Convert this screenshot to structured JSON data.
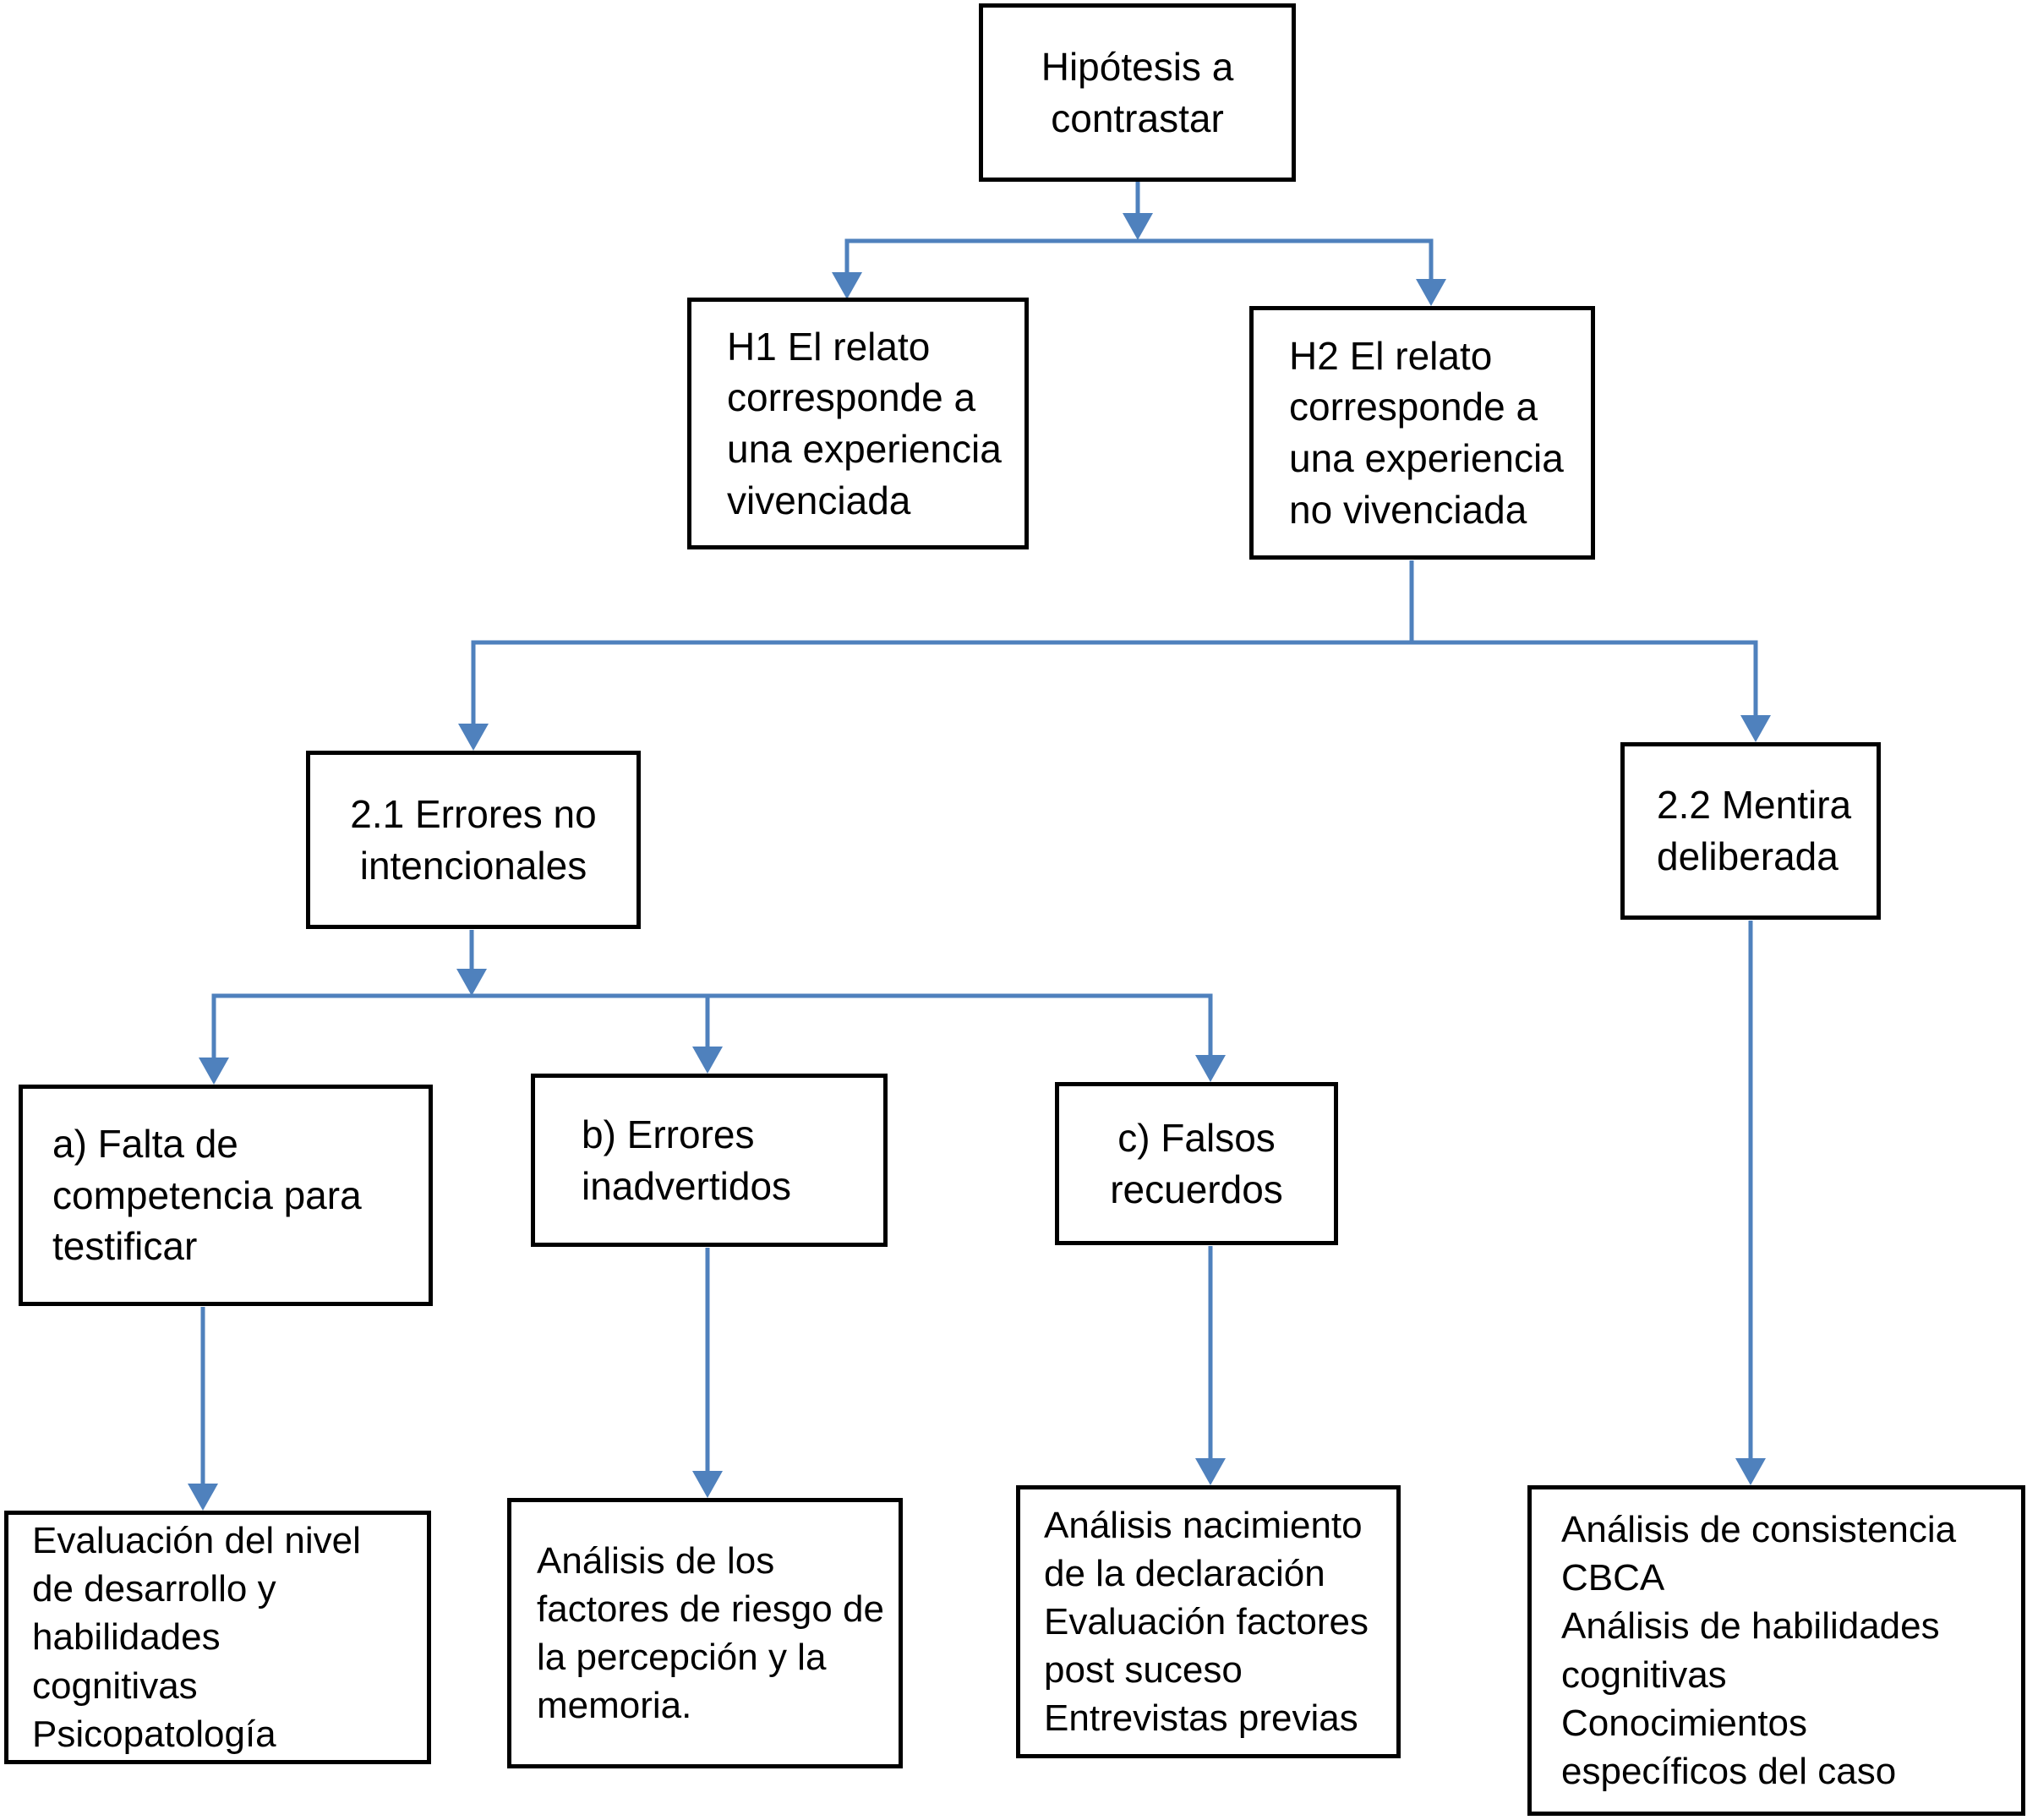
{
  "diagram": {
    "type": "flowchart",
    "language": "es",
    "colors": {
      "connector": "#4f81bd",
      "box_border": "#000000",
      "text": "#000000",
      "background": "#ffffff"
    },
    "nodes": {
      "root": {
        "label": "Hipótesis a\ncontrastar"
      },
      "h1": {
        "label": "H1 El relato\ncorresponde a\nuna experiencia\nvivenciada"
      },
      "h2": {
        "label": "H2 El relato\ncorresponde a\nuna experiencia\nno vivenciada"
      },
      "e21": {
        "label": "2.1 Errores no\nintencionales"
      },
      "e22": {
        "label": "2.2 Mentira\ndeliberada"
      },
      "a": {
        "label": "a) Falta de\ncompetencia para\ntestificar"
      },
      "b": {
        "label": "b) Errores\ninadvertidos"
      },
      "c": {
        "label": "c) Falsos\nrecuerdos"
      },
      "leaf_a": {
        "label": "Evaluación del nivel\nde desarrollo y\nhabilidades\ncognitivas\nPsicopatología"
      },
      "leaf_b": {
        "label": "Análisis de los\nfactores de riesgo de\nla percepción y la\nmemoria."
      },
      "leaf_c": {
        "label": "Análisis nacimiento\nde la declaración\nEvaluación factores\npost suceso\nEntrevistas previas"
      },
      "leaf_d": {
        "label": "Análisis de consistencia\nCBCA\nAnálisis de habilidades\ncognitivas\nConocimientos\nespecíficos del caso"
      }
    },
    "edges": [
      {
        "from": "root",
        "to": "h1"
      },
      {
        "from": "root",
        "to": "h2"
      },
      {
        "from": "h2",
        "to": "e21"
      },
      {
        "from": "h2",
        "to": "e22"
      },
      {
        "from": "e21",
        "to": "a"
      },
      {
        "from": "e21",
        "to": "b"
      },
      {
        "from": "e21",
        "to": "c"
      },
      {
        "from": "a",
        "to": "leaf_a"
      },
      {
        "from": "b",
        "to": "leaf_b"
      },
      {
        "from": "c",
        "to": "leaf_c"
      },
      {
        "from": "e22",
        "to": "leaf_d"
      }
    ]
  }
}
